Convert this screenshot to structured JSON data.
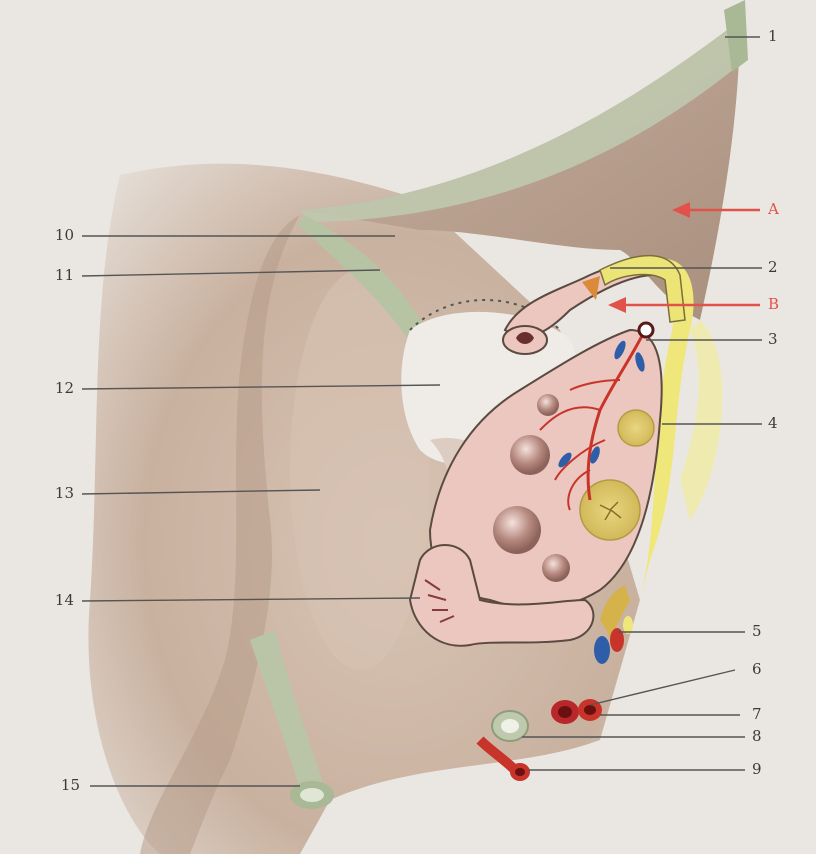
{
  "labels": {
    "n1": "1",
    "n2": "2",
    "n3": "3",
    "n4": "4",
    "n5": "5",
    "n6": "6",
    "n7": "7",
    "n8": "8",
    "n9": "9",
    "n10": "10",
    "n11": "11",
    "n12": "12",
    "n13": "13",
    "n14": "14",
    "n15": "15",
    "a": "A",
    "b": "B"
  },
  "colors": {
    "background": "#eae7e3",
    "peritoneum": "#c9b19f",
    "broad_ligament": "#bea592",
    "ligament_green": "#bfc9ae",
    "ovary_pink": "#ecc7bf",
    "fat_yellow": "#efe77a",
    "artery_red": "#c8342a",
    "vein_blue": "#2f5ea8",
    "label_red": "#e0524a",
    "leader_line": "#555555"
  }
}
